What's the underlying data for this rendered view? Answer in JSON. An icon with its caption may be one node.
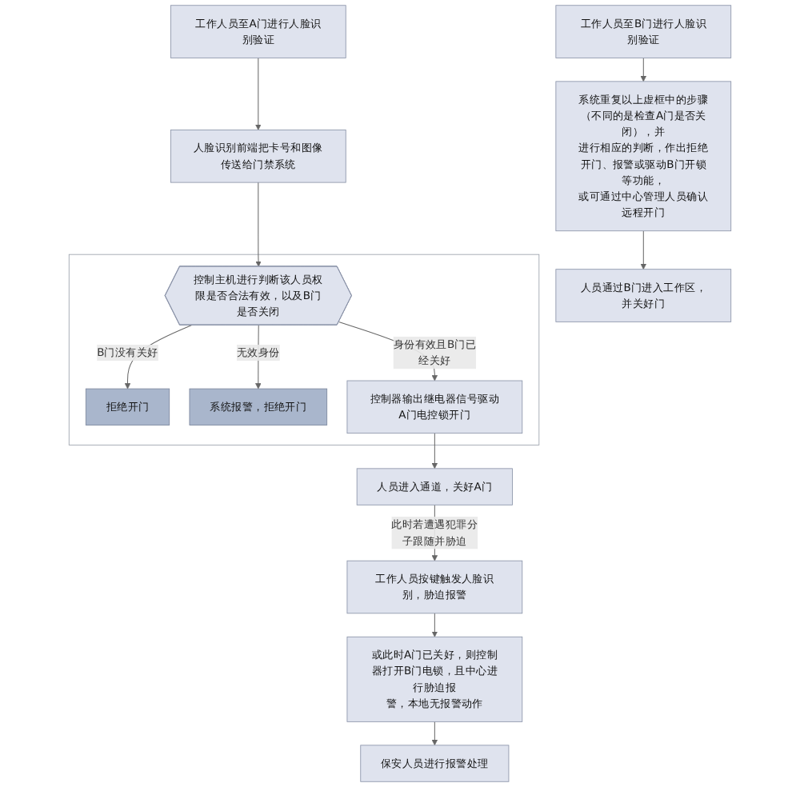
{
  "diagram": {
    "nodes": [
      {
        "text": [
          "工作人员至A门进行人脸识别验证"
        ]
      },
      {
        "text": [
          "人脸识别前端把卡号和图像传送给门禁系统"
        ]
      },
      {
        "text": [],
        "shape": "box"
      },
      {
        "text": [
          "控制主机进行判断该人员权限是否合法有效，以及B门是否关闭"
        ],
        "in": 2
      },
      {
        "text": [
          "拒绝开门"
        ],
        "in": 2
      },
      {
        "text": [
          "系统报警，拒绝开门"
        ],
        "in": 2
      },
      {
        "text": [
          "控制器输出继电器信号驱动A门电控锁开门"
        ],
        "in": 2
      },
      {
        "text": [
          "人员进入通道，关好A门"
        ]
      },
      {
        "text": [
          "工作人员至B门进行人脸识别验证"
        ]
      },
      {
        "text": [
          "工作人员按键触发人脸识别，胁迫报警"
        ]
      },
      {
        "text": [
          "或此时A门已关好，则控制器打开B门电锁，且中心进行胁迫报警，本地无报警动作"
        ]
      },
      {
        "text": [
          "保安人员进行报警处理"
        ]
      },
      {
        "text": [
          "系统重复以上虚框中的步骤（不同的是检查A门是否关闭），并进行相应的判断，作出拒绝开门、报警或驱动B门开锁等功能，或可通过中心管理人员确认远程开门"
        ]
      },
      {
        "text": [
          "人员通过B门进入工作区，并关好门"
        ]
      }
    ],
    "edges": [
      {
        "from": 0,
        "to": 1,
        "arrow": "to"
      },
      {
        "from": 1,
        "to": 3,
        "arrow": "to"
      },
      {
        "from": 3,
        "to": 4,
        "arrow": "to",
        "label": "B门没有关好"
      },
      {
        "from": 3,
        "to": 6,
        "arrow": "to",
        "label": "身份有效且B门已经关好"
      },
      {
        "from": 3,
        "to": 5,
        "arrow": "to",
        "label": "无效身份"
      },
      {
        "from": 6,
        "to": 7,
        "arrow": "to"
      },
      {
        "from": 7,
        "to": 9,
        "arrow": "to",
        "label": "此时若遭遇犯罪分子跟随并胁迫"
      },
      {
        "from": 8,
        "to": 12,
        "arrow": "to"
      },
      {
        "from": 9,
        "to": 10,
        "arrow": "to"
      },
      {
        "from": 10,
        "to": 11,
        "arrow": "to"
      },
      {
        "from": 12,
        "to": 13,
        "arrow": "to"
      }
    ]
  }
}
